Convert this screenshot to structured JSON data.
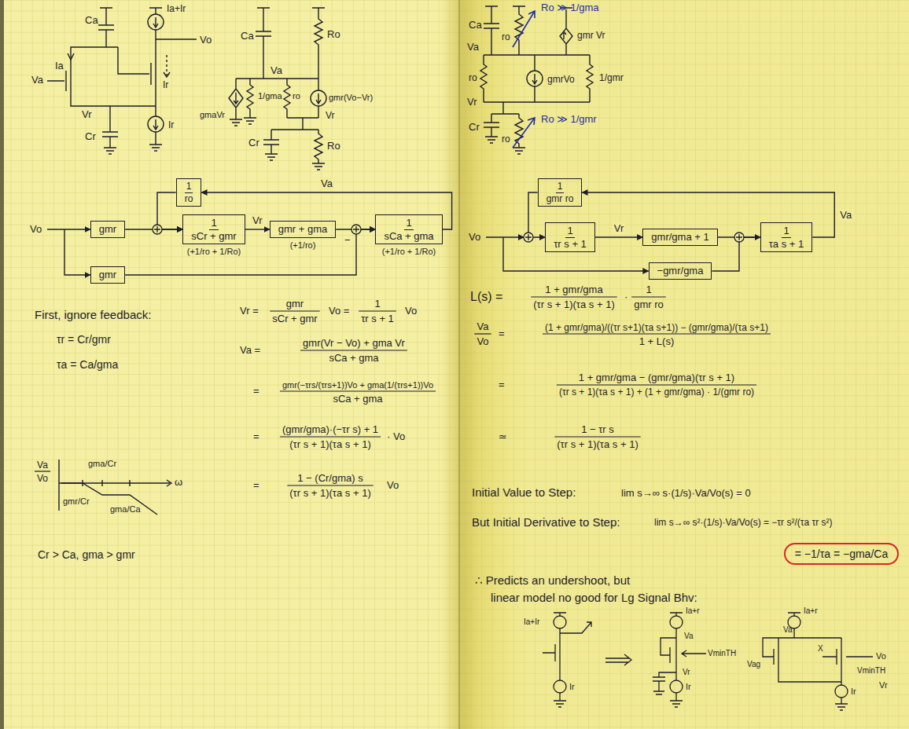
{
  "diagram": {
    "nodes": [
      {
        "text": [
          "1",
          "ro"
        ]
      },
      {
        "text": [
          "gmr"
        ]
      },
      {
        "text": [
          "1",
          "sCr + gmr",
          "(+1/ro + 1/Ro)"
        ]
      },
      {
        "text": [
          "gmr + gma",
          "(+1/ro)"
        ]
      },
      {
        "text": [
          "1",
          "sCa + gma",
          "(+1/ro + 1/Ro)"
        ]
      },
      {
        "text": [
          "gmr"
        ]
      },
      {
        "text": [
          "1",
          "gmr ro"
        ]
      },
      {
        "text": [
          "1",
          "τr s + 1"
        ]
      },
      {
        "text": [
          "gmr/gma + 1"
        ]
      },
      {
        "text": [
          "1",
          "τa s + 1"
        ]
      },
      {
        "text": [
          "−gmr/gma"
        ]
      },
      {
        "text": [
          "= −1/τa = −gma/Ca"
        ]
      }
    ],
    "edges": [
      {
        "from": 1,
        "to": 2,
        "arrow": "to"
      },
      {
        "from": 0,
        "to": 2,
        "arrow": "to"
      },
      {
        "from": 2,
        "to": 3,
        "label": "Vr",
        "arrow": "to"
      },
      {
        "from": 3,
        "to": 4,
        "arrow": "to"
      },
      {
        "from": 5,
        "to": 4,
        "arrow": "to"
      },
      {
        "from": 4,
        "to": 0,
        "label": "Va",
        "arrow": "to"
      },
      {
        "from": 6,
        "to": 7,
        "arrow": "to"
      },
      {
        "from": 7,
        "to": 8,
        "label": "Vr",
        "arrow": "to"
      },
      {
        "from": 8,
        "to": 9,
        "arrow": "to"
      },
      {
        "from": 10,
        "to": 9,
        "arrow": "to"
      },
      {
        "from": 9,
        "to": 6,
        "label": "Va",
        "arrow": "to"
      }
    ],
    "labels": [
      "Ia+Ir",
      "Ca",
      "Ia",
      "Va",
      "Vr",
      "Vo",
      "Cr",
      "Ir",
      "Ir",
      "Ca",
      "Ro",
      "Va",
      "gmaVr",
      "1/gma",
      "ro",
      "gmr(Vo−Vr)",
      "Vr",
      "Cr",
      "Ro",
      "Ca",
      "ro",
      "Ro ≫ 1/gma",
      "gmr Vr",
      "Va",
      "ro",
      "gmrVo",
      "Vr",
      "1/gmr",
      "Cr",
      "ro",
      "Ro ≫ 1/gmr",
      "Vo",
      "−",
      "Vo",
      "First, ignore feedback:",
      "τr = Cr/gmr",
      "τa = Ca/gma",
      "Vr =",
      "gmr",
      "sCr + gmr",
      "Vo =",
      "1",
      "τr s + 1",
      "Vo",
      "Va =",
      "gmr(Vr − Vo) + gma Vr",
      "sCa + gma",
      "=",
      "gmr(−τrs/(τrs+1))Vo + gma(1/(τrs+1))Vo",
      "sCa + gma",
      "=",
      "(gmr/gma)·(−τr s) + 1",
      "(τr s + 1)(τa s + 1)",
      "· Vo",
      "=",
      "1 − (Cr/gma) s",
      "(τr s + 1)(τa s + 1)",
      "Vo",
      "Va",
      "Vo",
      "gma/Cr",
      "gmr/Cr",
      "gma/Ca",
      "ω",
      "Cr > Ca, gma > gmr",
      "L(s) =",
      "1 + gmr/gma",
      "(τr s + 1)(τa s + 1)",
      "·",
      "1",
      "gmr ro",
      "Va",
      "Vo",
      "=",
      "(1 + gmr/gma)/((τr s+1)(τa s+1)) − (gmr/gma)/(τa s+1)",
      "1 + L(s)",
      "=",
      "1 + gmr/gma − (gmr/gma)(τr s + 1)",
      "(τr s + 1)(τa s + 1) + (1 + gmr/gma) · 1/(gmr ro)",
      "≃",
      "1 − τr s",
      "(τr s + 1)(τa s + 1)",
      "Initial Value to Step:",
      "lim s→∞ s·(1/s)·Va/Vo(s) = 0",
      "But Initial Derivative to Step:",
      "lim s→∞ s²·(1/s)·Va/Vo(s) = −τr s²/(τa τr s²)",
      "∴ Predicts an undershoot, but",
      "linear model no good for Lg Signal Bhv:",
      "Ia+Ir",
      "Ir",
      "Ia+r",
      "Va",
      "Vr",
      "VminTH",
      "Ir",
      "Ia+r",
      "Va",
      "Vag",
      "X",
      "Vo",
      "VminTH",
      "Vr",
      "Ir"
    ]
  }
}
